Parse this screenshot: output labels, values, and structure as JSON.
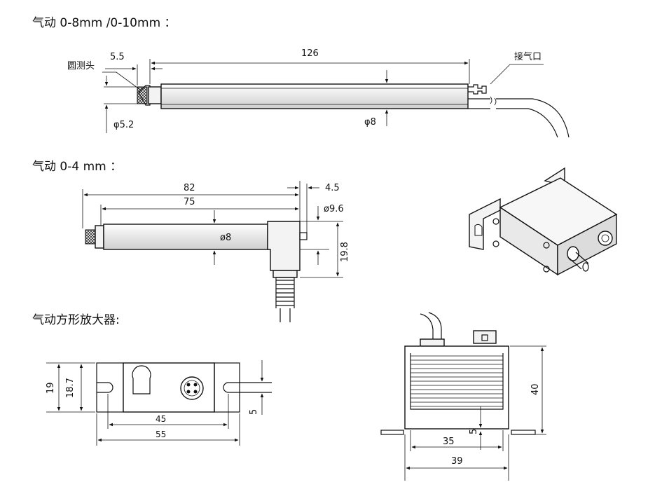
{
  "section1": {
    "heading": "气动 0-8mm /0-10mm ：",
    "labels": {
      "probe": "圆测头",
      "air_inlet": "接气口",
      "len_tip": "5.5",
      "len_total": "126",
      "dia_tip": "φ5.2",
      "dia_body": "φ8"
    }
  },
  "section2": {
    "heading": "气动 0-4 mm ：",
    "labels": {
      "len_82": "82",
      "len_75": "75",
      "len_45": "4.5",
      "dia_96": "ø9.6",
      "dia_8": "ø8",
      "h_198": "19.8"
    }
  },
  "section3": {
    "heading": "气动方形放大器:",
    "front": {
      "h_19": "19",
      "h_187": "18.7",
      "w_45": "45",
      "w_55": "55",
      "slot_5": "5"
    },
    "side": {
      "h_40": "40",
      "w_35": "35",
      "w_39": "39",
      "gap_5": "5"
    }
  }
}
